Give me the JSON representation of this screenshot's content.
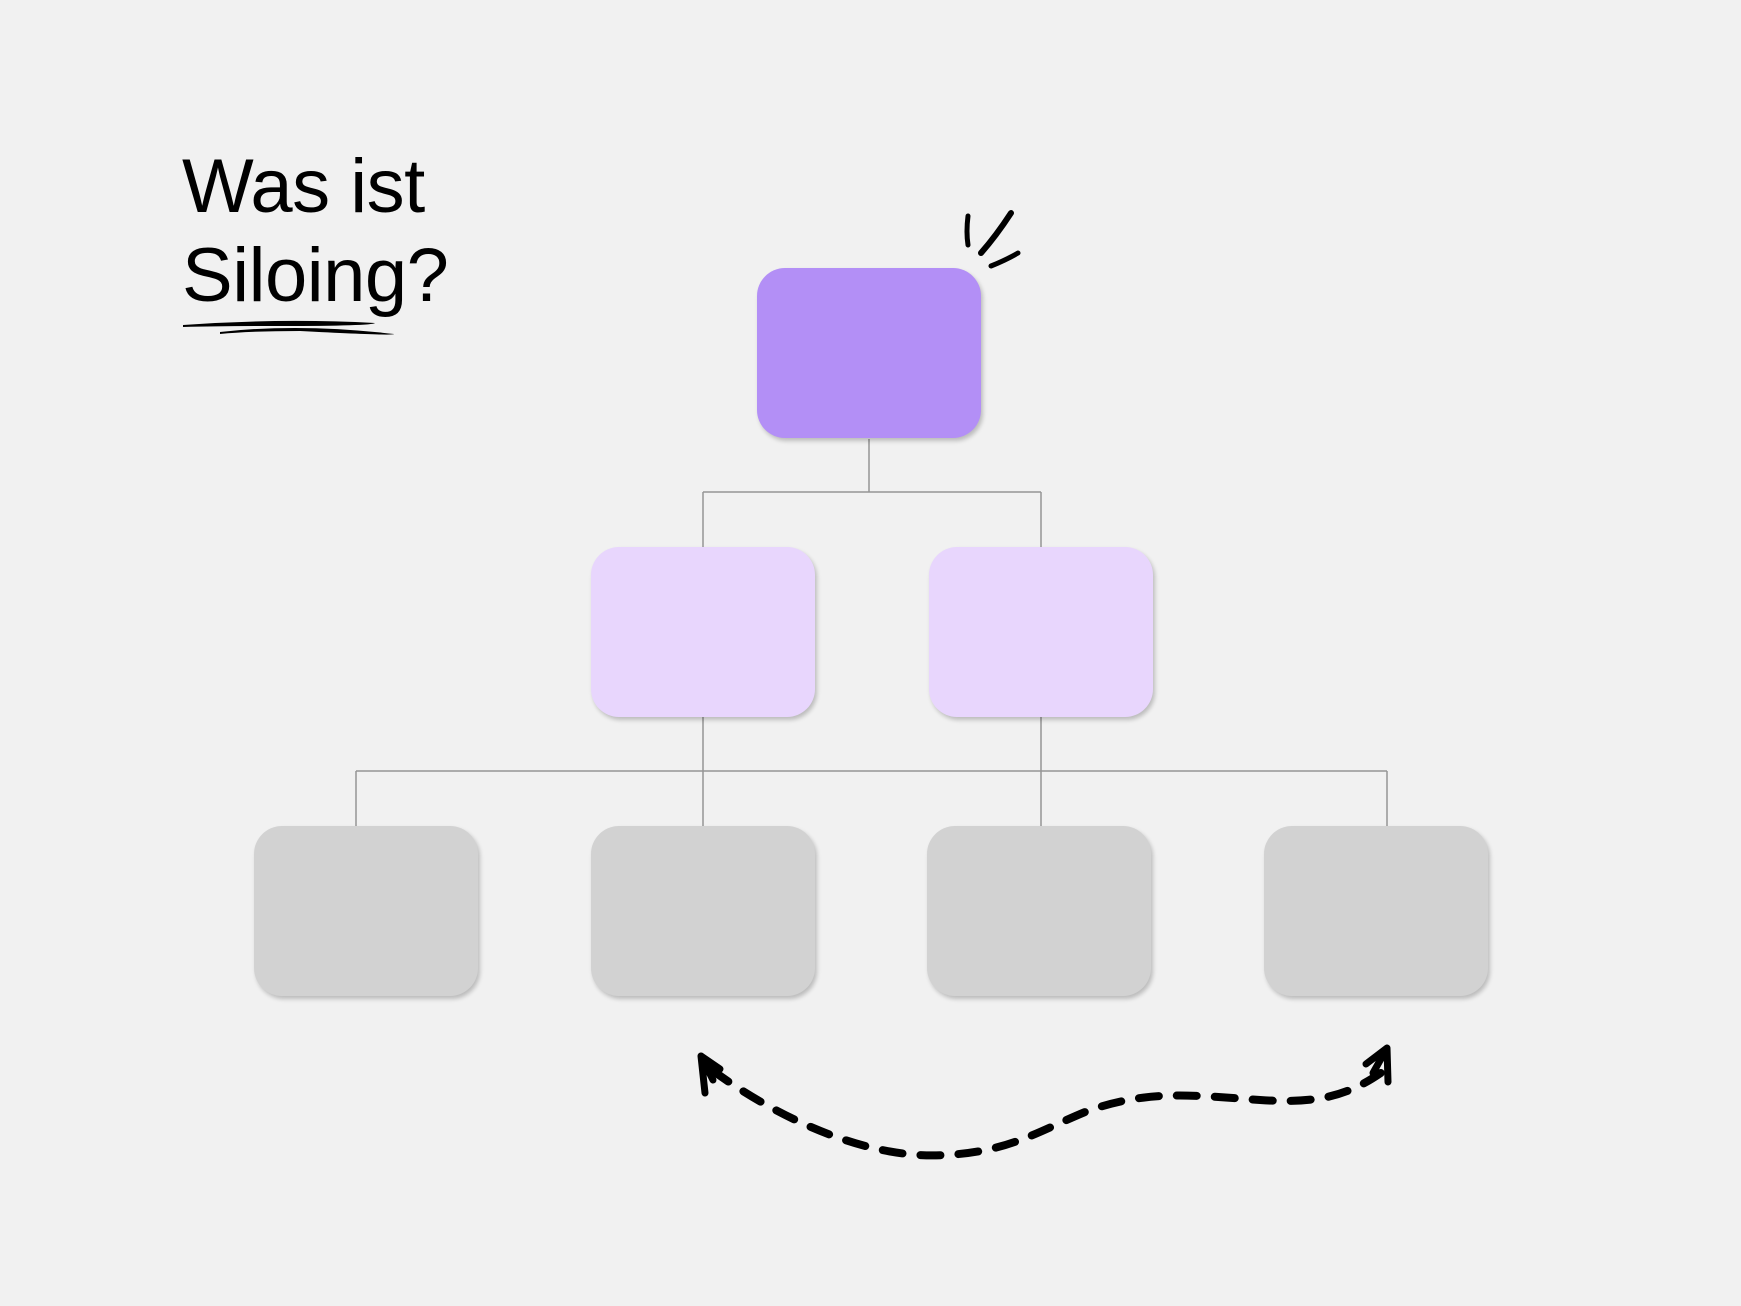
{
  "title": {
    "line1": "Was ist",
    "line2": "Siloing?"
  },
  "colors": {
    "background": "#f1f1f1",
    "level0": "#b38ff6",
    "level1": "#e8d6fd",
    "level2": "#d2d2d2",
    "connector": "#959595",
    "ink": "#000000"
  },
  "diagram": {
    "type": "org-hierarchy",
    "levels": [
      {
        "level": 0,
        "count": 1,
        "label": ""
      },
      {
        "level": 1,
        "count": 2,
        "label": ""
      },
      {
        "level": 2,
        "count": 4,
        "label": ""
      }
    ],
    "annotations": [
      {
        "type": "emphasis-spark-marks",
        "near": "top-node"
      },
      {
        "type": "hand-drawn-underline",
        "under": "Siloing"
      },
      {
        "type": "dashed-double-arrow",
        "between": [
          "bottom-node-2",
          "bottom-node-4"
        ]
      }
    ]
  }
}
